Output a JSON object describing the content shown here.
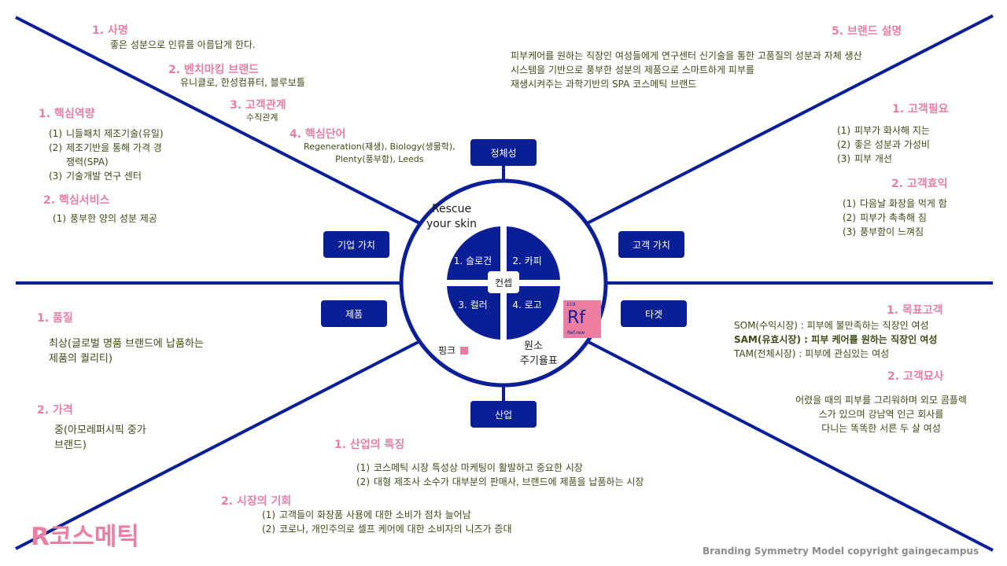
{
  "colors": {
    "navy": "#0a1e96",
    "pink": "#e67fa5",
    "text": "#3d4a16",
    "pink_square": "#ec7ea2"
  },
  "mission": {
    "title": "1. 사명",
    "text": "좋은 성분으로 인류를 아름답게 한다."
  },
  "benchmark": {
    "title": "2. 벤치마킹 브랜드",
    "text": "유니클로, 한성컴퓨터, 블루보틀"
  },
  "relationship": {
    "title": "3. 고객관계",
    "text": "수직관계"
  },
  "keywords": {
    "title": "4. 핵심단어",
    "line1": "Regeneration(재생), Biology(생물학),",
    "line2": "Plenty(풍부함), Leeds"
  },
  "competency": {
    "title": "1. 핵심역량",
    "items": [
      {
        "num": "(1)",
        "text": "니들패치 제조기술(유일)"
      },
      {
        "num": "(2)",
        "text": "제조기반을 통해 가격 경",
        "text2": "쟁력(SPA)"
      },
      {
        "num": "(3)",
        "text": "기술개발 연구 센터"
      }
    ]
  },
  "service": {
    "title": "2. 핵심서비스",
    "items": [
      {
        "num": "(1)",
        "text": "풍부한 양의 성분 제공"
      }
    ]
  },
  "brand_desc": {
    "title": "5. 브랜드 설명",
    "line1": "피부케어를 원하는 직장인 여성들에게 연구센터 신기술을 통한 고품질의 성분과 자체 생산",
    "line2": "시스템을 기반으로 풍부한 성분의 제품으로 스마트하게 피부를",
    "line3": "재생시켜주는 과학기반의 SPA 코스메틱 브랜드"
  },
  "needs": {
    "title": "1. 고객필요",
    "items": [
      {
        "num": "(1)",
        "text": "피부가 화사해 지는"
      },
      {
        "num": "(2)",
        "text": "좋은 성분과 가성비"
      },
      {
        "num": "(3)",
        "text": "피부 개선"
      }
    ]
  },
  "benefit": {
    "title": "2. 고객효익",
    "items": [
      {
        "num": "(1)",
        "text": "다음날 화장을 먹게 함"
      },
      {
        "num": "(2)",
        "text": "피부가 촉촉해 짐"
      },
      {
        "num": "(3)",
        "text": "풍부함이 느껴짐"
      }
    ]
  },
  "quality": {
    "title": "1. 품질",
    "line1": "최상(글로벌 명품 브랜드에 납품하는",
    "line2": "제품의 퀄리티)"
  },
  "price": {
    "title": "2. 가격",
    "line1": "중(아모레퍼시픽 중가",
    "line2": "브랜드)"
  },
  "target": {
    "title": "1. 목표고객",
    "som": "SOM(수익시장) : 피부에 불만족하는 직장인 여성",
    "sam": "SAM(유효시장) : 피부 케어를 원하는 직장인 여성",
    "tam": "TAM(전체시장) : 피부에 관심있는 여성"
  },
  "persona": {
    "title": "2. 고객묘사",
    "line1": "어렸을 때의 피부를 그리워하며 외모 콤플렉",
    "line2": "스가 있으며 강남역 인근 회사를",
    "line3": "다니는 똑똑한 서른 두 살 여성"
  },
  "industry": {
    "title": "1. 산업의 특징",
    "items": [
      {
        "num": "(1)",
        "text": "코스메틱 시장 특성상 마케팅이 활발하고 중요한 시장"
      },
      {
        "num": "(2)",
        "text": "대형 제조사 소수가 대부분의 판매사, 브랜드에 제품을 납품하는 시장"
      }
    ]
  },
  "opportunity": {
    "title": "2. 시장의 기회",
    "items": [
      {
        "num": "(1)",
        "text": "고객들이 화장품 사용에 대한 소비가 점차 늘어남"
      },
      {
        "num": "(2)",
        "text": "코로나, 개인주의로 셀프 케어에 대한 소비자의 니즈가 증대"
      }
    ]
  },
  "boxes": {
    "identity": "정체성",
    "corporate_value": "기업 가치",
    "customer_value": "고객 가치",
    "product": "제품",
    "target": "타겟",
    "industry": "산업"
  },
  "center": {
    "concept": "컨셉",
    "q1": "1. 슬로건",
    "q2": "2. 카피",
    "q3": "3. 컬러",
    "q4": "4. 로고",
    "slogan_line1": "Rescue",
    "slogan_line2": "your skin",
    "color_label": "핑크",
    "copy_line1": "원소",
    "copy_line2": "주기율표"
  },
  "logo": {
    "number": "119",
    "symbol": "Rf",
    "name": "Ref.rew"
  },
  "brand_name": "R코스메틱",
  "footer": "Branding Symmetry Model copyright gaingecampus"
}
